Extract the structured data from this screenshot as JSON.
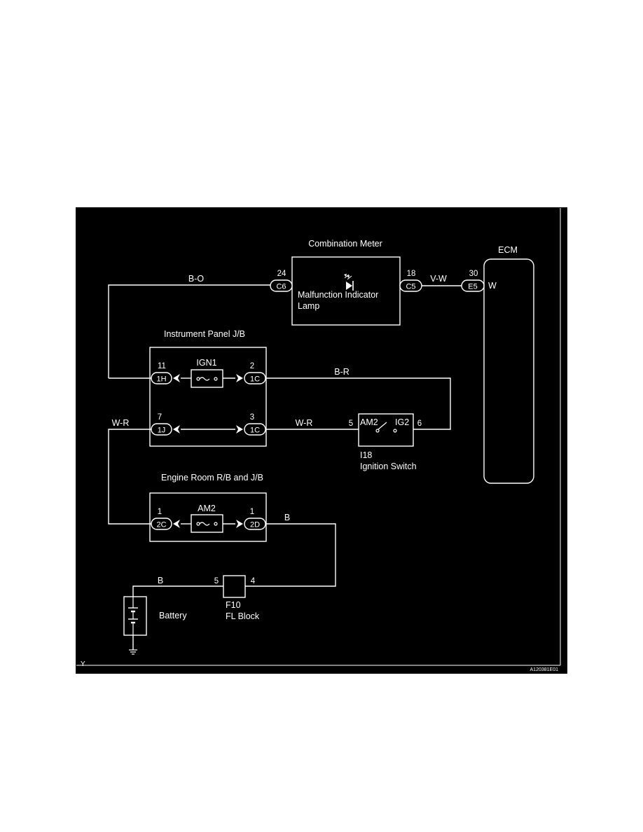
{
  "colors": {
    "background": "#000000",
    "lines": "#ffffff",
    "text": "#ffffff",
    "page": "#ffffff"
  },
  "components": {
    "combination_meter": {
      "title": "Combination Meter",
      "lamp_line1": "Malfunction Indicator",
      "lamp_line2": "Lamp"
    },
    "ecm": {
      "title": "ECM",
      "pin_label": "W"
    },
    "instrument_panel_jb": {
      "title": "Instrument Panel J/B",
      "fuse": "IGN1"
    },
    "engine_room_rb_jb": {
      "title": "Engine Room R/B and J/B",
      "fuse": "AM2"
    },
    "ignition_switch": {
      "code": "I18",
      "name": "Ignition Switch",
      "left_terminal": "AM2",
      "right_terminal": "IG2"
    },
    "fl_block": {
      "code": "F10",
      "name": "FL Block"
    },
    "battery": {
      "name": "Battery"
    }
  },
  "connectors": {
    "c6": {
      "id": "C6",
      "pin": "24"
    },
    "c5": {
      "id": "C5",
      "pin": "18"
    },
    "e5": {
      "id": "E5",
      "pin": "30"
    },
    "ip_1h": {
      "id": "1H",
      "pin": "11"
    },
    "ip_1c_top": {
      "id": "1C",
      "pin": "2"
    },
    "ip_1j": {
      "id": "1J",
      "pin": "7"
    },
    "ip_1c_bottom": {
      "id": "1C",
      "pin": "3"
    },
    "er_2c": {
      "id": "2C",
      "pin": "1"
    },
    "er_2d": {
      "id": "2D",
      "pin": "1"
    }
  },
  "pins": {
    "ign_sw_left": "5",
    "ign_sw_right": "6",
    "fl_left": "5",
    "fl_right": "4"
  },
  "wires": {
    "b_o": "B-O",
    "v_w": "V-W",
    "b_r": "B-R",
    "w_r_left": "W-R",
    "w_r_mid": "W-R",
    "b_upper": "B",
    "b_lower": "B"
  },
  "corner_mark": "Y",
  "figure_code": "A120381E01"
}
